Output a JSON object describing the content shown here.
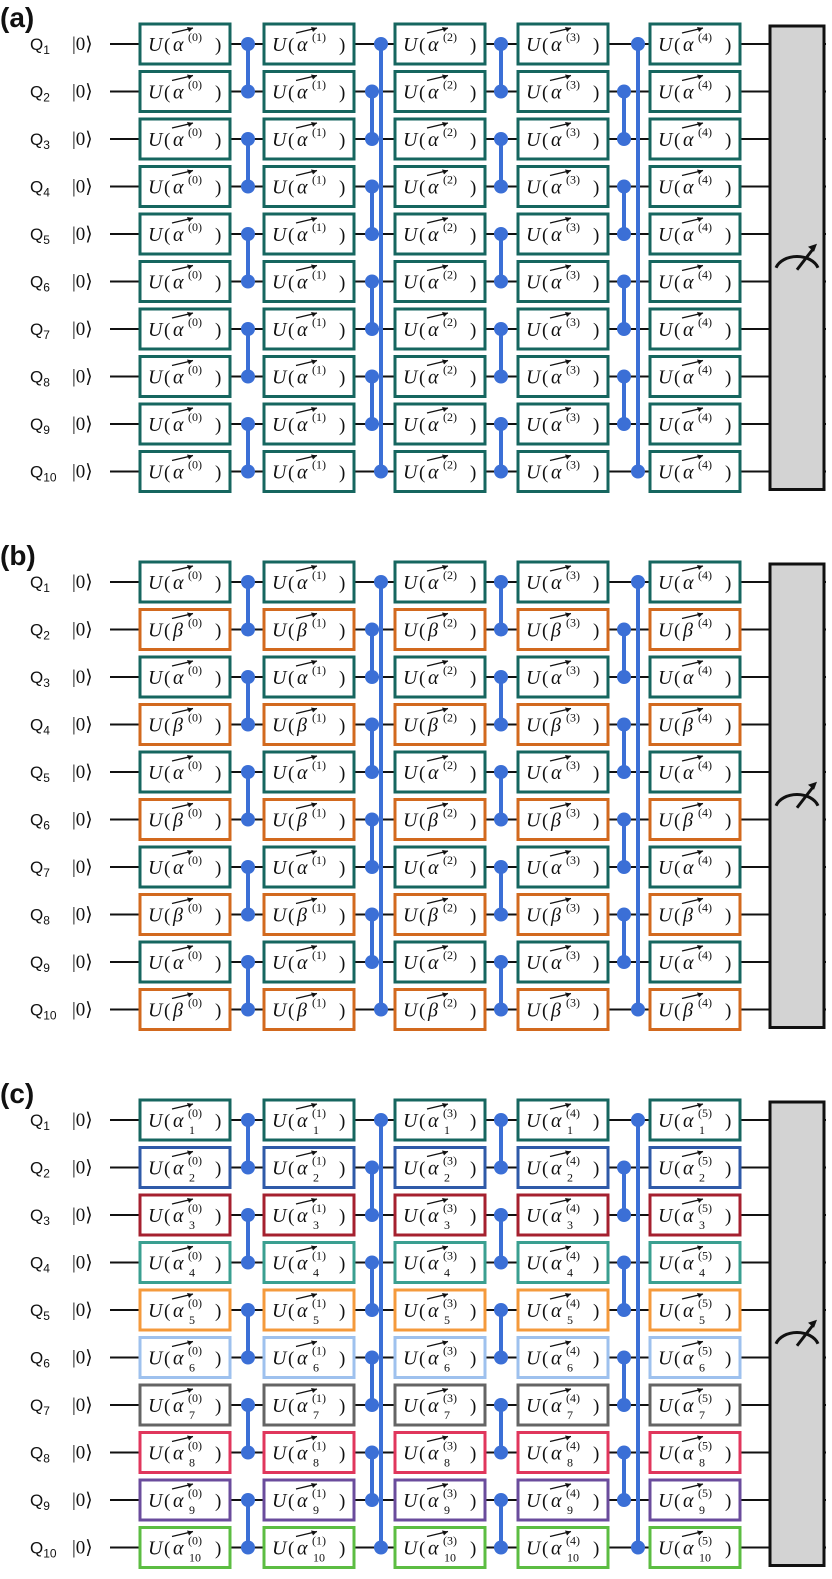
{
  "colors": {
    "wire": "#111111",
    "control": "#3b6fd6",
    "measure_fill": "#d3d3d3",
    "alpha_box": "#16665f",
    "beta_box": "#d2691e",
    "qubit_palette": [
      "#16665f",
      "#2f5aa8",
      "#a5202f",
      "#3a9f90",
      "#f49a3c",
      "#9ec1ee",
      "#646464",
      "#e0365c",
      "#6a4c9c",
      "#5cbd42"
    ]
  },
  "qubits": [
    "Q1",
    "Q2",
    "Q3",
    "Q4",
    "Q5",
    "Q6",
    "Q7",
    "Q8",
    "Q9",
    "Q10"
  ],
  "qubit_labels": [
    {
      "letter": "Q",
      "index": "1"
    },
    {
      "letter": "Q",
      "index": "2"
    },
    {
      "letter": "Q",
      "index": "3"
    },
    {
      "letter": "Q",
      "index": "4"
    },
    {
      "letter": "Q",
      "index": "5"
    },
    {
      "letter": "Q",
      "index": "6"
    },
    {
      "letter": "Q",
      "index": "7"
    },
    {
      "letter": "Q",
      "index": "8"
    },
    {
      "letter": "Q",
      "index": "9"
    },
    {
      "letter": "Q",
      "index": "10"
    }
  ],
  "initial_state": "|0⟩",
  "gate_op": "U",
  "measure_icon": "meter-icon",
  "panels": [
    {
      "label": "(a)",
      "gate_scheme": "uniform",
      "param_symbols": [
        "α"
      ],
      "layer_superscripts": [
        "(0)",
        "(1)",
        "(2)",
        "(3)",
        "(4)"
      ],
      "show_subscripts": false
    },
    {
      "label": "(b)",
      "gate_scheme": "alternating",
      "param_symbols": [
        "α",
        "β"
      ],
      "layer_superscripts": [
        "(0)",
        "(1)",
        "(2)",
        "(3)",
        "(4)"
      ],
      "show_subscripts": false
    },
    {
      "label": "(c)",
      "gate_scheme": "per-qubit",
      "param_symbols": [
        "α"
      ],
      "layer_superscripts": [
        "(0)",
        "(1)",
        "(3)",
        "(4)",
        "(5)"
      ],
      "show_subscripts": true
    }
  ]
}
